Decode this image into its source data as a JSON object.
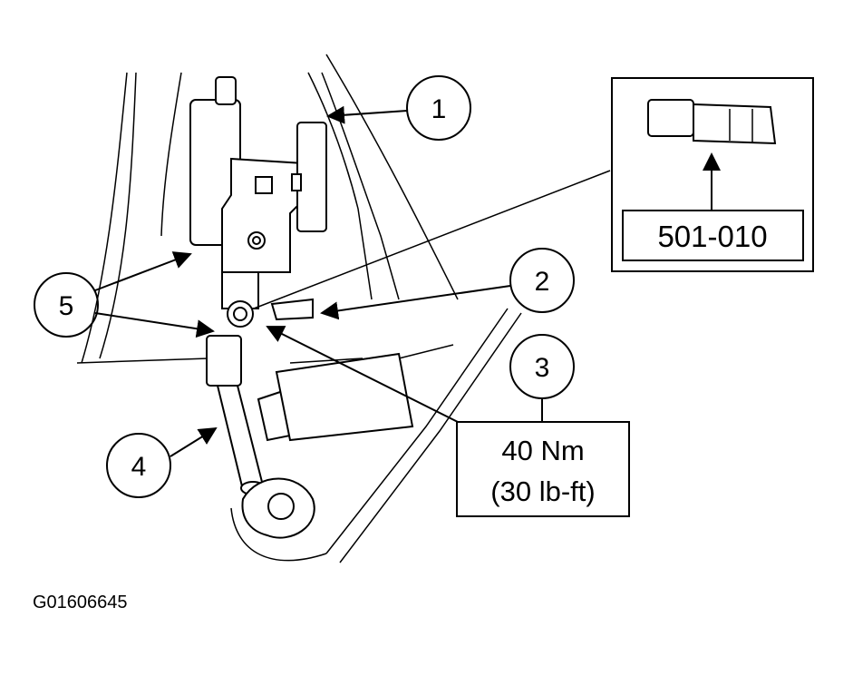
{
  "callouts": [
    {
      "id": "1",
      "text": "1"
    },
    {
      "id": "2",
      "text": "2"
    },
    {
      "id": "3",
      "text": "3"
    },
    {
      "id": "4",
      "text": "4"
    },
    {
      "id": "5",
      "text": "5"
    }
  ],
  "tool_box": {
    "text": "501-010"
  },
  "torque_box": {
    "line1": "40 Nm",
    "line2": "(30 lb-ft)"
  },
  "figure_code": "G01606645",
  "colors": {
    "ink": "#000000",
    "background": "#ffffff"
  }
}
